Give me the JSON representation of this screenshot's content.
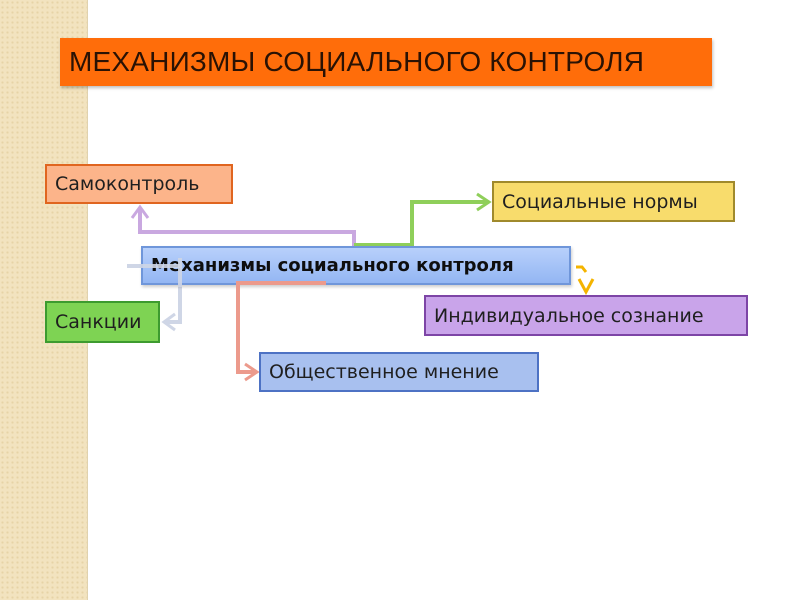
{
  "slide": {
    "title": "МЕХАНИЗМЫ СОЦИАЛЬНОГО КОНТРОЛЯ"
  },
  "diagram": {
    "center": {
      "label": "Механизмы социального контроля"
    },
    "nodes": [
      {
        "id": "self_control",
        "label": "Самоконтроль",
        "fill": "#fcb48a",
        "border": "#e0651f"
      },
      {
        "id": "social_norms",
        "label": "Социальные нормы",
        "fill": "#f8dc6c",
        "border": "#a08a2c"
      },
      {
        "id": "sanctions",
        "label": "Санкции",
        "fill": "#7ed353",
        "border": "#3d9b2f"
      },
      {
        "id": "individual_consciousness",
        "label": "Индивидуальное сознание",
        "fill": "#c9a4ea",
        "border": "#7d45a6"
      },
      {
        "id": "public_opinion",
        "label": "Общественное мнение",
        "fill": "#a8c0ef",
        "border": "#4d72c4"
      }
    ],
    "connectors": [
      {
        "to": "self_control",
        "color": "#c9a8e0"
      },
      {
        "to": "social_norms",
        "color": "#8fcf5a"
      },
      {
        "to": "sanctions",
        "color": "#cfd6e6"
      },
      {
        "to": "individual_consciousness",
        "color": "#f4b400"
      },
      {
        "to": "public_opinion",
        "color": "#ec9a8c"
      }
    ]
  }
}
